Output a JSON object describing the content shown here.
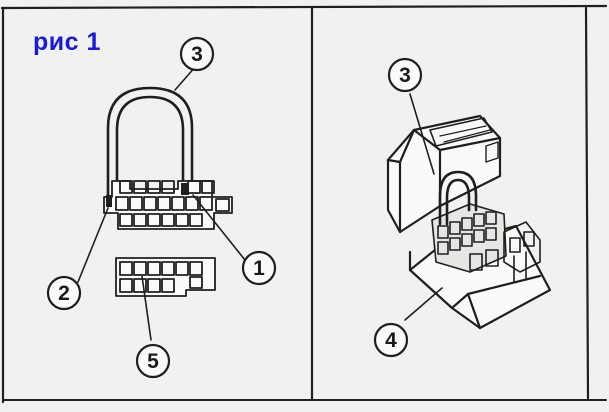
{
  "figure": {
    "title": "рис 1",
    "title_color": "#1a1adc"
  },
  "callouts": {
    "left_bridge": "3",
    "left_pin_right": "1",
    "left_pin_left": "2",
    "left_lower_connector": "5",
    "right_bridge": "3",
    "right_block": "4"
  }
}
